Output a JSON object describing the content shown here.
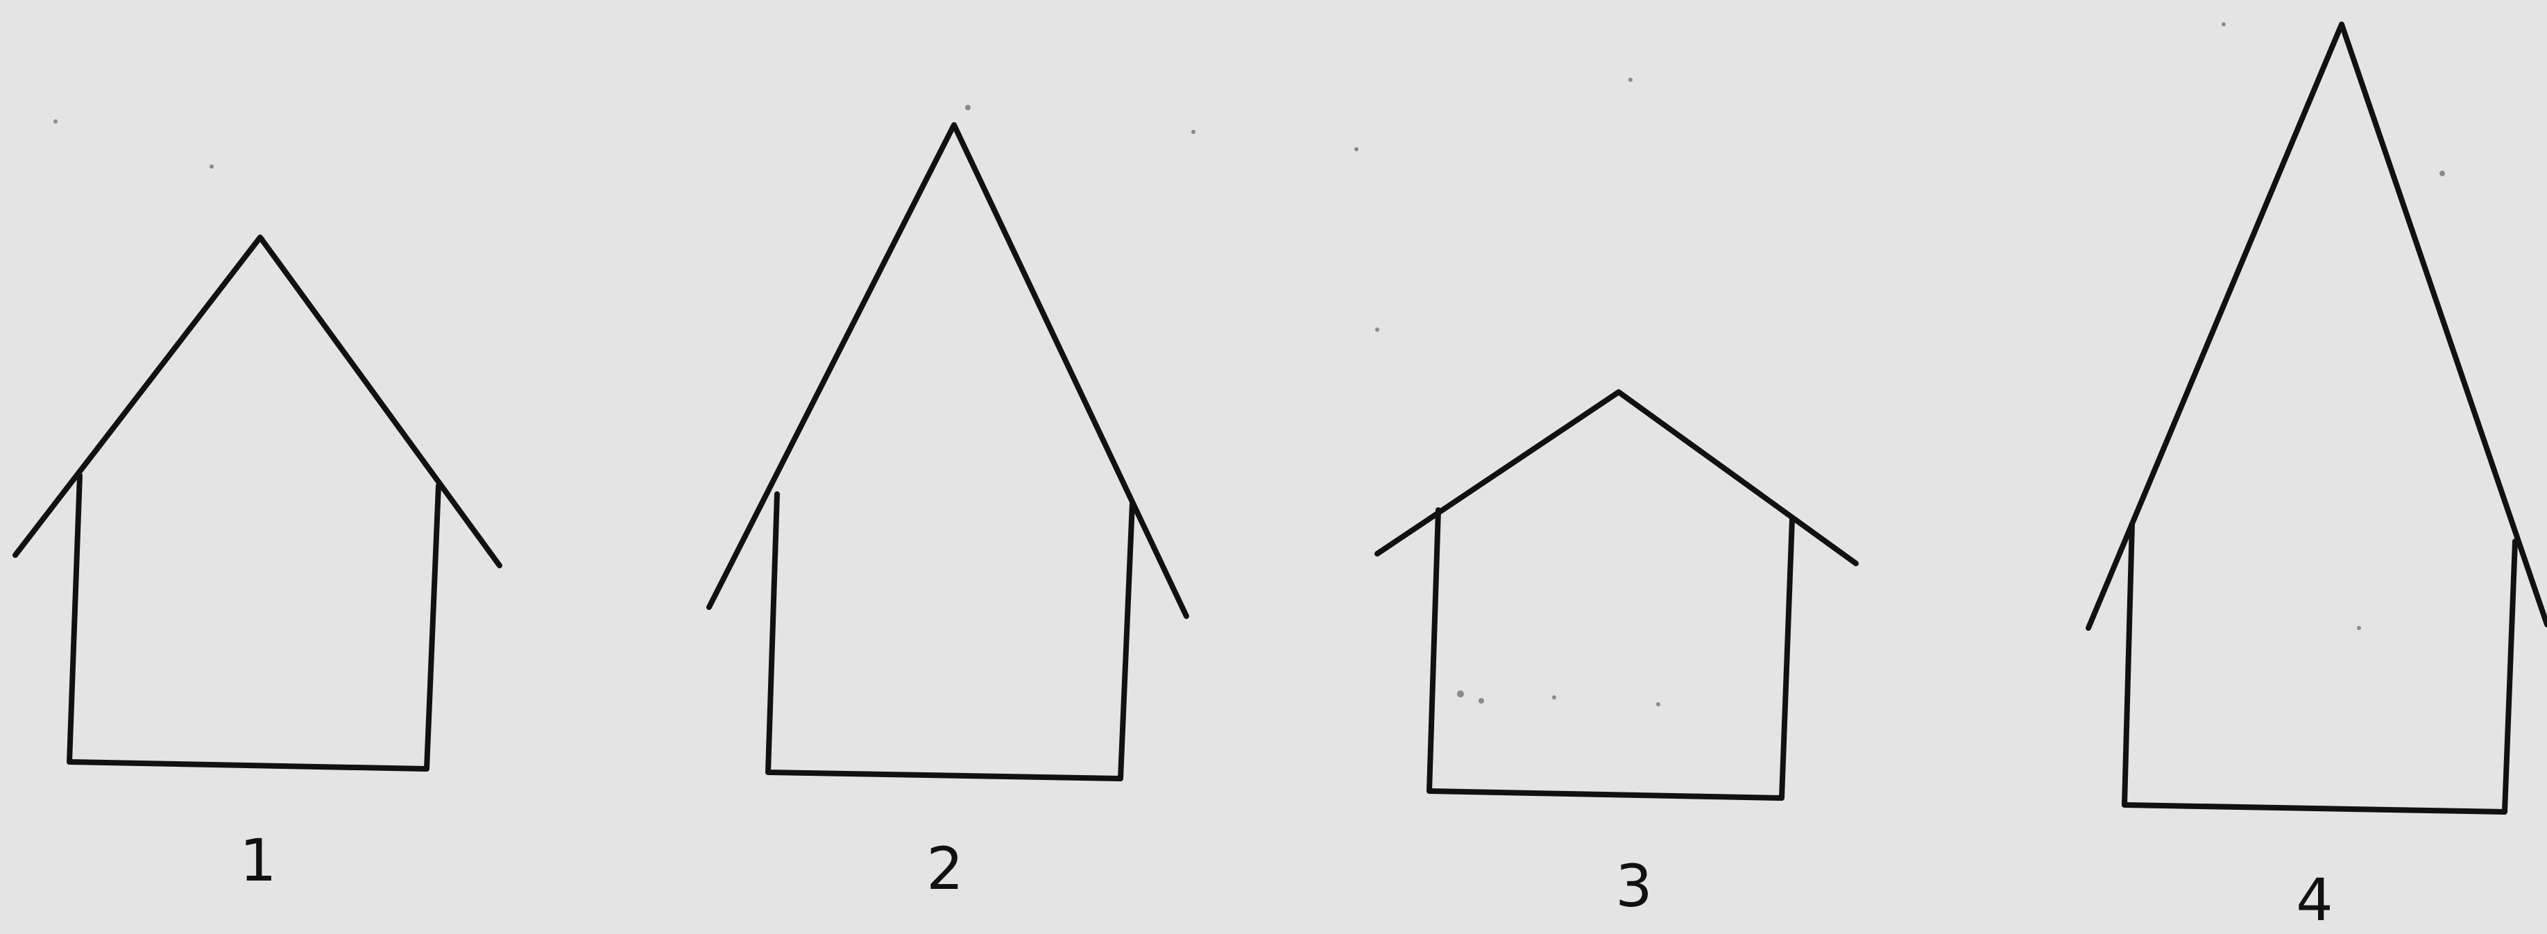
{
  "figure": {
    "background": "#e4e4e4",
    "line_color": "#111111",
    "houses": [
      {
        "label": "1"
      },
      {
        "label": "2"
      },
      {
        "label": "3"
      },
      {
        "label": "4"
      }
    ]
  }
}
